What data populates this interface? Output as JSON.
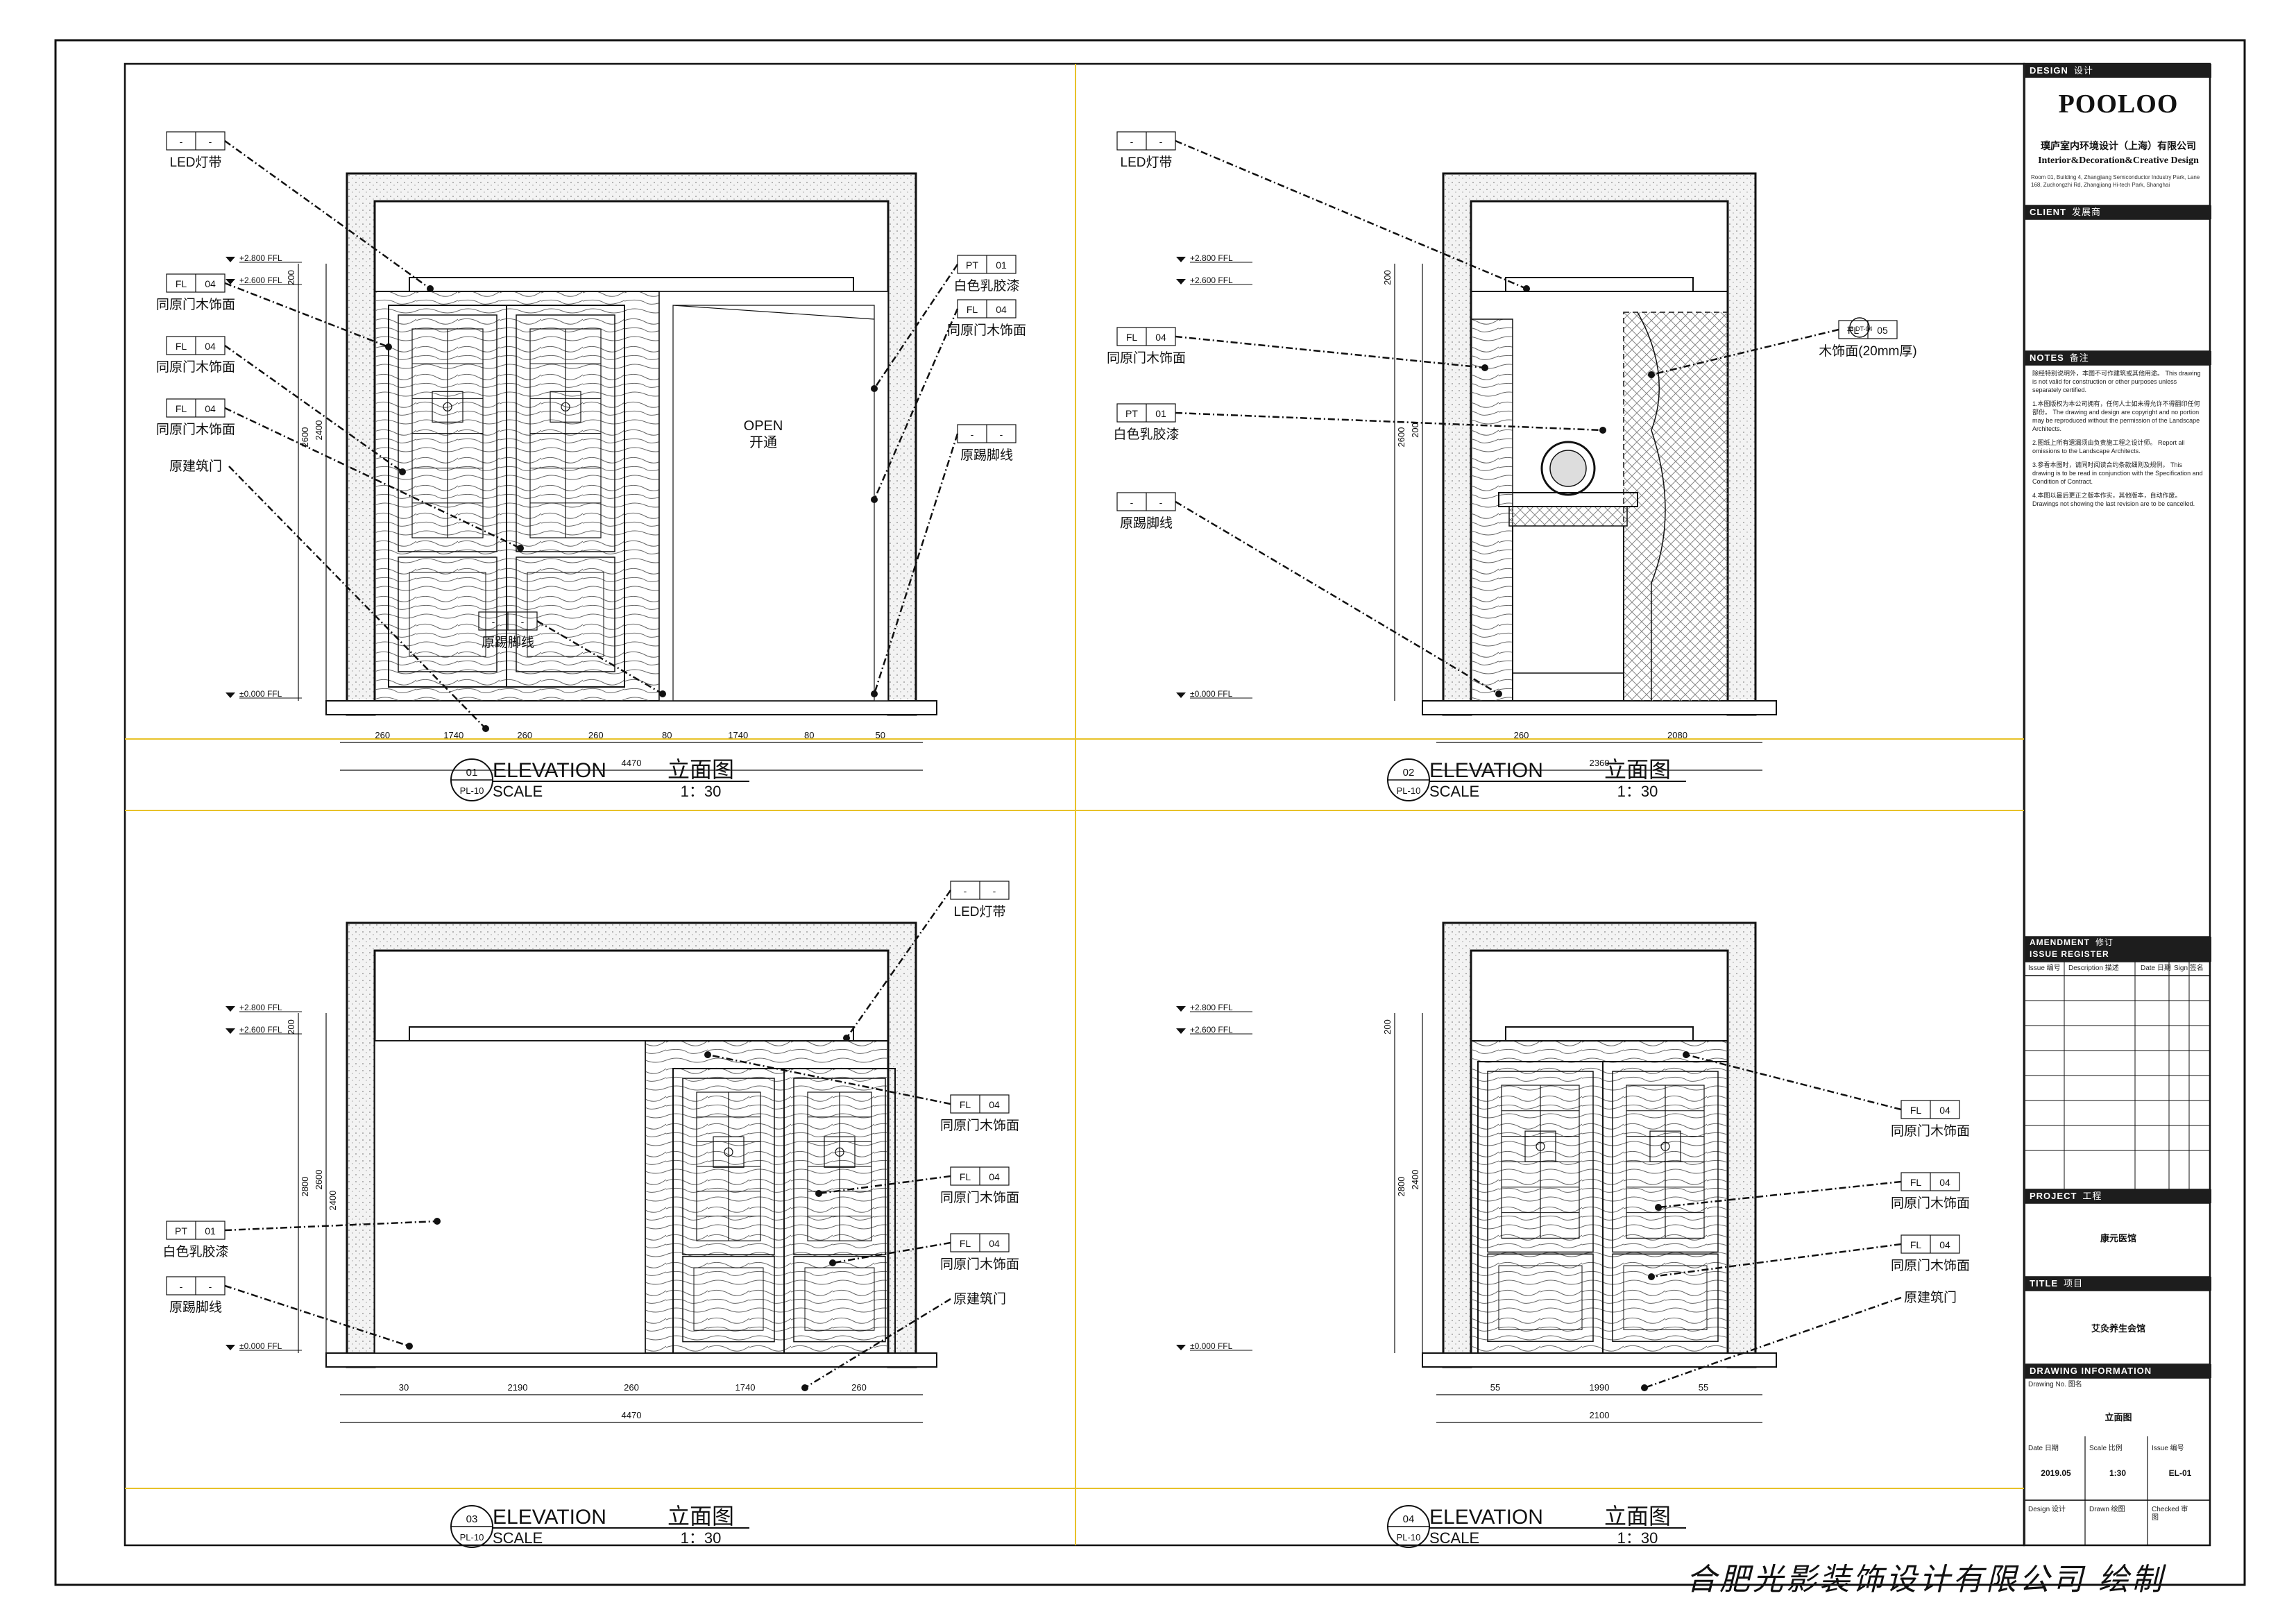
{
  "title_block": {
    "design_label": "DESIGN",
    "design_cn": "设计",
    "brand": "POOLOO",
    "company_cn": "璞庐室内环境设计（上海）有限公司",
    "company_en": "Interior&Decoration&Creative Design",
    "address": "Room 01, Building 4, Zhangjiang Semiconductor Industry Park, Lane 168, Zuchongzhi Rd, Zhangjiang Hi-tech Park, Shanghai",
    "client_label": "CLIENT",
    "client_cn": "发展商",
    "notes_label": "NOTES",
    "notes_cn": "备注",
    "notes": [
      "除经特别说明外，本图不可作建筑或其他用途。 This drawing is not valid for construction or other purposes unless separately certified.",
      "1.本图版权为本公司拥有，任何人士如未得允许不得翻印任何部份。 The drawing and design are copyright and no portion may be reproduced without the permission of the Landscape Architects.",
      "2.图纸上所有遗漏须由负责施工程之设计师。 Report all omissions to the Landscape Architects.",
      "3.参看本图时，请同时阅读合约条款细则及规例。 This drawing is to be read in conjunction with the Specification and Condition of Contract.",
      "4.本图以最后更正之版本作实，其他版本，自动作废。 Drawings not showing the last revision are to be cancelled."
    ],
    "amendment_label": "AMENDMENT",
    "issue_label": "ISSUE REGISTER",
    "amendment_cn": "修订",
    "issue_col": "Issue 编号",
    "desc_col": "Description 描述",
    "date_col": "Date 日期",
    "sign_col": "Sign 签名",
    "project_label": "PROJECT",
    "project_cn": "工程",
    "project_value": "康元医馆",
    "title_label": "TITLE",
    "title_cn": "项目",
    "title_value": "艾灸养生会馆",
    "info_label": "DRAWING INFORMATION",
    "drawing_no_label": "Drawing No. 图名",
    "drawing_no_value": "立面图",
    "date_label": "Date 日期",
    "date_value": "2019.05",
    "scale_label": "Scale 比例",
    "scale_value": "1:30",
    "issue_label2": "Issue 编号",
    "issue_value": "EL-01",
    "design_label2": "Design 设计",
    "drawn_label": "Drawn 绘图",
    "checked_label": "Checked 审图"
  },
  "footer": "合肥光影装饰设计有限公司 绘制",
  "elevations": [
    {
      "num": "01",
      "ref": "PL-10",
      "title": "ELEVATION",
      "title_cn": "立面图",
      "scale_label": "SCALE",
      "scale": "1：30",
      "levels": [
        "+2.800 FFL",
        "+2.600 FFL",
        "±0.000 FFL"
      ],
      "dims_top": [
        "200",
        "2600",
        "2400"
      ],
      "dims_bottom": [
        "260",
        "1740",
        "260",
        "260",
        "80",
        "1740",
        "80",
        "50"
      ],
      "total": "4470",
      "open_en": "OPEN",
      "open_cn": "开通",
      "labels": [
        {
          "code": "-",
          "num": "-",
          "text": "LED灯带"
        },
        {
          "code": "FL",
          "num": "04",
          "text": "同原门木饰面"
        },
        {
          "code": "FL",
          "num": "04",
          "text": "同原门木饰面"
        },
        {
          "code": "FL",
          "num": "04",
          "text": "同原门木饰面"
        },
        {
          "code": "",
          "num": "",
          "text": "原建筑门"
        },
        {
          "code": "PT",
          "num": "01",
          "text": "白色乳胶漆"
        },
        {
          "code": "FL",
          "num": "04",
          "text": "同原门木饰面"
        },
        {
          "code": "-",
          "num": "-",
          "text": "原踢脚线"
        },
        {
          "code": "-",
          "num": "-",
          "text": "原踢脚线"
        }
      ]
    },
    {
      "num": "02",
      "ref": "PL-10",
      "title": "ELEVATION",
      "title_cn": "立面图",
      "scale_label": "SCALE",
      "scale": "1：30",
      "levels": [
        "+2.800 FFL",
        "+2.600 FFL",
        "±0.000 FFL"
      ],
      "dims_top": [
        "200",
        "2600",
        "200"
      ],
      "dims_bottom": [
        "260",
        "2080"
      ],
      "total": "2360",
      "section_ref": "13 DT-04",
      "labels": [
        {
          "code": "-",
          "num": "-",
          "text": "LED灯带"
        },
        {
          "code": "FL",
          "num": "04",
          "text": "同原门木饰面"
        },
        {
          "code": "PT",
          "num": "01",
          "text": "白色乳胶漆"
        },
        {
          "code": "-",
          "num": "-",
          "text": "原踢脚线"
        },
        {
          "code": "FL",
          "num": "05",
          "text": "木饰面(20mm厚)"
        }
      ]
    },
    {
      "num": "03",
      "ref": "PL-10",
      "title": "ELEVATION",
      "title_cn": "立面图",
      "scale_label": "SCALE",
      "scale": "1：30",
      "levels": [
        "+2.800 FFL",
        "+2.600 FFL",
        "±0.000 FFL"
      ],
      "dims_top": [
        "200",
        "2800",
        "2600",
        "2400"
      ],
      "dims_bottom": [
        "30",
        "2190",
        "260",
        "1740",
        "260"
      ],
      "total": "4470",
      "labels": [
        {
          "code": "-",
          "num": "-",
          "text": "LED灯带"
        },
        {
          "code": "FL",
          "num": "04",
          "text": "同原门木饰面"
        },
        {
          "code": "FL",
          "num": "04",
          "text": "同原门木饰面"
        },
        {
          "code": "FL",
          "num": "04",
          "text": "同原门木饰面"
        },
        {
          "code": "",
          "num": "",
          "text": "原建筑门"
        },
        {
          "code": "PT",
          "num": "01",
          "text": "白色乳胶漆"
        },
        {
          "code": "-",
          "num": "-",
          "text": "原踢脚线"
        }
      ]
    },
    {
      "num": "04",
      "ref": "PL-10",
      "title": "ELEVATION",
      "title_cn": "立面图",
      "scale_label": "SCALE",
      "scale": "1：30",
      "levels": [
        "+2.800 FFL",
        "+2.600 FFL",
        "±0.000 FFL"
      ],
      "dims_top": [
        "200",
        "2800",
        "2400"
      ],
      "dims_bottom": [
        "55",
        "1990",
        "55"
      ],
      "total": "2100",
      "labels": [
        {
          "code": "FL",
          "num": "04",
          "text": "同原门木饰面"
        },
        {
          "code": "FL",
          "num": "04",
          "text": "同原门木饰面"
        },
        {
          "code": "FL",
          "num": "04",
          "text": "同原门木饰面"
        },
        {
          "code": "",
          "num": "",
          "text": "原建筑门"
        }
      ]
    }
  ],
  "colors": {
    "ink": "#111111",
    "panel_line": "#e8c22a",
    "hatch": "#9a9a9a",
    "wall": "#d9d9d9"
  }
}
